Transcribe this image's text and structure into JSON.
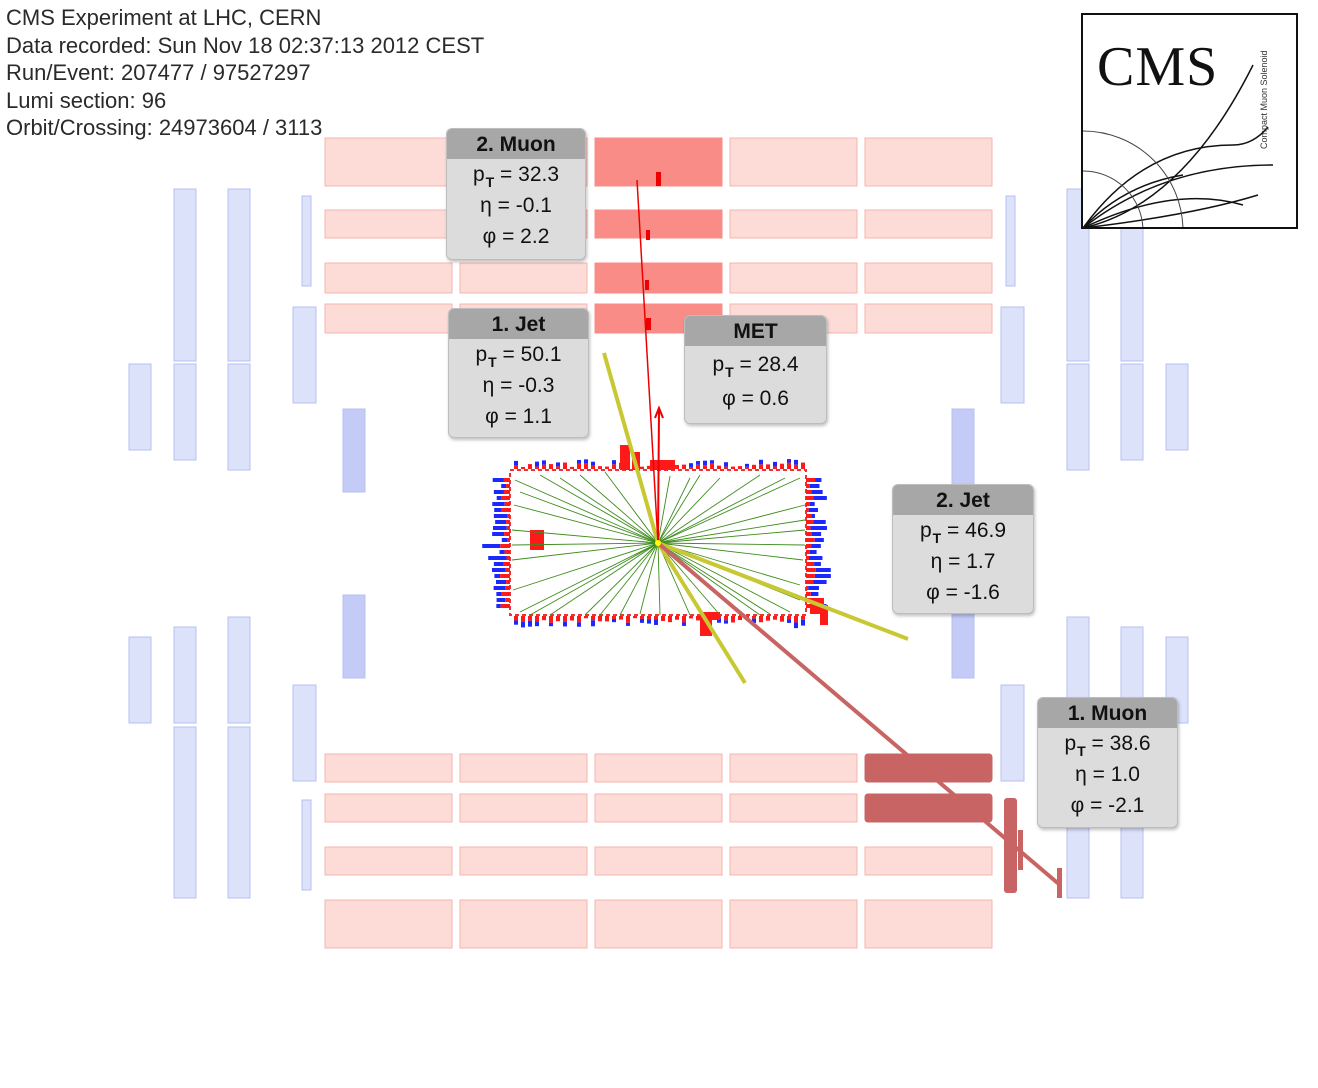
{
  "header": {
    "experiment": "CMS Experiment at LHC, CERN",
    "recorded": "Data recorded: Sun Nov 18 02:37:13 2012 CEST",
    "run_event": "Run/Event: 207477 / 97527297",
    "lumi": "Lumi section: 96",
    "orbit": "Orbit/Crossing: 24973604 / 3113"
  },
  "logo": {
    "text": "CMS",
    "subtitle": "Compact Muon Solenoid"
  },
  "labels": {
    "muon2": {
      "title": "2. Muon",
      "pt_value": "= 32.3",
      "eta": "η = -0.1",
      "phi": "φ = 2.2"
    },
    "jet1": {
      "title": "1. Jet",
      "pt_value": "= 50.1",
      "eta": "η = -0.3",
      "phi": "φ = 1.1"
    },
    "met": {
      "title": "MET",
      "pt_value": "= 28.4",
      "phi": "φ = 0.6"
    },
    "jet2": {
      "title": "2. Jet",
      "pt_value": "= 46.9",
      "eta": "η = 1.7",
      "phi": "φ = -1.6"
    },
    "muon1": {
      "title": "1. Muon",
      "pt_value": "= 38.6",
      "eta": "η = 1.0",
      "phi": "φ = -2.1"
    },
    "pt_symbol": "p",
    "pt_subscript": "T"
  },
  "colors": {
    "muon_chamber": "#fddcd8",
    "muon_chamber_border": "#f4b4ad",
    "hit_chamber_top": "#f98c86",
    "hit_chamber_bottom": "#c86464",
    "rpc": "#dde2fb",
    "rpc_border": "#b7c0f0",
    "tracks": "#3d8c1c",
    "jet": "#c8c832",
    "muon_track": "#c86464",
    "ecal": "#ff1a1a",
    "hcal": "#1a2aff"
  }
}
